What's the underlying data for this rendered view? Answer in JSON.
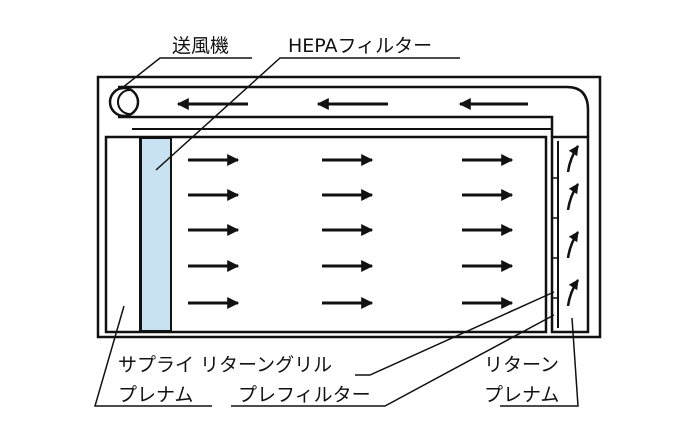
{
  "labels": {
    "fan": "送風機",
    "hepa": "HEPAフィルター",
    "supply_grill": "サプライ リターングリル",
    "supply_plenum": "プレナム",
    "prefilter": "プレフィルター",
    "return_line1": "リターン",
    "return_line2": "プレナム"
  },
  "colors": {
    "line": "#111111",
    "filter_fill": "#c8e2f2",
    "background": "#ffffff"
  },
  "arrows": {
    "top_flow_count": 3,
    "chamber_rows": 5,
    "chamber_cols": 3,
    "return_plenum_count": 4
  }
}
